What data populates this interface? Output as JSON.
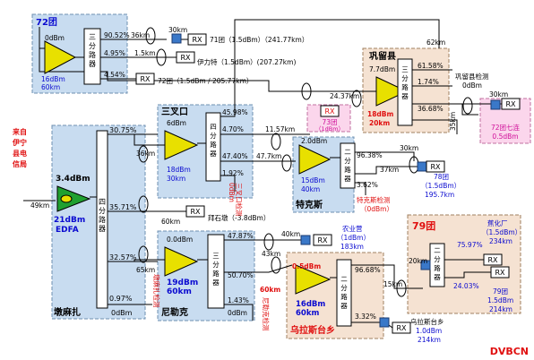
{
  "colors": {
    "blue": "#0a0ad0",
    "red": "#e01010",
    "magenta": "#d0109a",
    "box_blue": "#c8dcf0",
    "box_peach": "#f5e2d2",
    "box_pink": "#fbd6ec",
    "amp_fill": "#e8e000",
    "amp_green": "#20a030"
  },
  "source": {
    "label_lines": [
      "来自",
      "伊宁",
      "县电",
      "信局"
    ],
    "dist": "49km",
    "power": "3.4dBm",
    "amp_power": "21dBm",
    "amp_name": "EDFA",
    "splitter": "四分路器",
    "outs": [
      "30.75%",
      "35.71%",
      "32.57%",
      "0.97%"
    ],
    "site": "墩麻扎",
    "out4_power": "0dBm",
    "out4_note": "墩麻扎检测"
  },
  "t72": {
    "title": "72团",
    "input_power": "0dBm",
    "amp_power": "16dBm",
    "amp_dist": "60km",
    "splitter": "三分路器",
    "outs": [
      "90.52%",
      "4.95%",
      "4.54%"
    ],
    "dists": [
      "36km",
      "1.5km"
    ],
    "km30": "30km",
    "dest1": "71团（1.5dBm）（241.77km）",
    "dest2": "伊力特（1.5dBm）(207.27km)",
    "dest3": "72团（1.5dBm / 205.77km）"
  },
  "gongliu": {
    "title": "巩留县",
    "dist_in": "62km",
    "power": "7.7dBm",
    "amp_power": "18dBm",
    "amp_dist": "20km",
    "splitter": "三分路器",
    "outs": [
      "61.58%",
      "1.74%",
      "36.68%"
    ],
    "monitor": "巩留县检测",
    "monitor_power": "0dBm",
    "km24": "24.37km",
    "km35": "35km",
    "km30": "30km",
    "qigou_1": "72团七连",
    "qigou_2": "0.5dBm"
  },
  "sancha": {
    "title": "三叉口",
    "dist_in": "36km",
    "power": "6dBm",
    "amp_power": "18dBm",
    "amp_dist": "30km",
    "splitter": "四分路器",
    "outs": [
      "45.98%",
      "4.70%",
      "47.40%",
      "1.92%"
    ],
    "km1157": "11.57km",
    "km477": "47.7km",
    "t73_1": "73团",
    "t73_2": "（1dBm）",
    "monitor": "三叉口检测",
    "monitor_power": "0dBm"
  },
  "tekesi": {
    "title": "特克斯",
    "power": "2.0dBm",
    "amp_power": "15dBm",
    "amp_dist": "40km",
    "splitter": "二分路器",
    "outs": [
      "96.38%",
      "3.62%"
    ],
    "km37": "37km",
    "km30": "30km",
    "t78": "78团",
    "t78_power": "（1.5dBm）",
    "t78_dist": "195.7km",
    "monitor": "特克斯检测",
    "monitor_power": "（0dBm）"
  },
  "baishi": {
    "dist": "60km",
    "label": "拜石墩（-3.8dBm）"
  },
  "nileke": {
    "title": "尼勒克",
    "dist_in": "65km",
    "power": "0.0dBm",
    "amp_power": "19dBm",
    "amp_dist": "60km",
    "splitter": "三分路器",
    "outs": [
      "47.87%",
      "50.70%",
      "1.43%"
    ],
    "km40": "40km",
    "km43": "43km",
    "km60": "60km",
    "nongye_1": "农业营",
    "nongye_2": "（1dBm）",
    "nongye_3": "183km",
    "monitor": "尼勒克检测",
    "monitor_power": "0dBm"
  },
  "wulasi": {
    "title": "乌拉斯台乡",
    "power": "0.5dBm",
    "amp_power": "16dBm",
    "amp_dist": "60km",
    "splitter": "二分路器",
    "outs": [
      "96.68%",
      "3.32%"
    ],
    "km15": "15km",
    "dest_1": "乌拉斯台乡",
    "dest_2": "1.0dBm",
    "dest_3": "214km"
  },
  "t79": {
    "title": "79团",
    "km20": "20km",
    "splitter": "二分路器",
    "outs": [
      "75.97%",
      "24.03%"
    ],
    "jiaohua_1": "蕉化厂",
    "jiaohua_2": "（1.5dBm）",
    "jiaohua_3": "234km",
    "t79_1": "79团",
    "t79_2": "1.5dBm",
    "t79_3": "214km"
  },
  "rx": "RX",
  "watermark": "DVBCN"
}
